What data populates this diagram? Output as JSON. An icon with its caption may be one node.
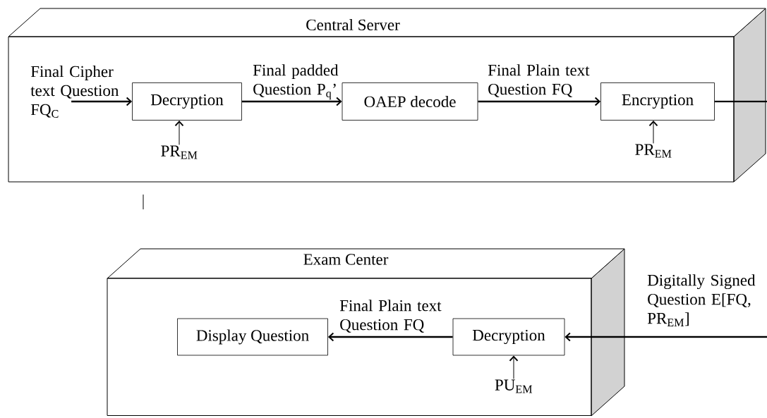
{
  "diagram": {
    "nodes": [
      {
        "text": [
          "Central Server"
        ]
      },
      {
        "text": [
          "Final Cipher text Question FQ$_{C}$"
        ],
        "in": 0
      },
      {
        "text": [
          "Decryption"
        ],
        "in": 0
      },
      {
        "text": [
          "PR$_{EM}$"
        ],
        "in": 0
      },
      {
        "text": [
          "OAEP decode"
        ],
        "in": 0
      },
      {
        "text": [
          "Encryption"
        ],
        "in": 0
      },
      {
        "text": [
          "PR$_{EM}$"
        ],
        "in": 0
      },
      {
        "text": [
          "Exam Center"
        ]
      },
      {
        "text": [
          "Display Question"
        ],
        "in": 7
      },
      {
        "text": [
          "Decryption"
        ],
        "in": 7
      },
      {
        "text": [
          "PU$_{EM}$"
        ],
        "in": 7
      }
    ],
    "edges": [
      {
        "from": 1,
        "to": 2,
        "arrow": "to"
      },
      {
        "from": 2,
        "to": 4,
        "arrow": "to",
        "label": "Final padded Question P$_{q}$’"
      },
      {
        "from": 4,
        "to": 5,
        "arrow": "to",
        "label": "Final Plain text Question FQ"
      },
      {
        "from": 3,
        "to": 2,
        "arrow": "to"
      },
      {
        "from": 6,
        "to": 5,
        "arrow": "to"
      },
      {
        "from": 5,
        "to": null,
        "arrow": "none"
      },
      {
        "from": null,
        "to": 9,
        "arrow": "to",
        "label": "Digitally Signed Question E[FQ, PR$_{EM}$]"
      },
      {
        "from": 9,
        "to": 8,
        "arrow": "to",
        "label": "Final Plain text Question FQ"
      },
      {
        "from": 10,
        "to": 9,
        "arrow": "to"
      }
    ]
  }
}
